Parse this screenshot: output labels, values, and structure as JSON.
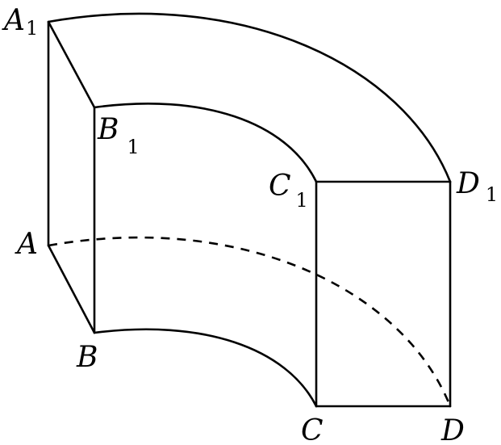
{
  "figure": {
    "labels": {
      "A1": {
        "letter": "A",
        "sub": "1"
      },
      "B1": {
        "letter": "B",
        "sub": "1"
      },
      "C1": {
        "letter": "C",
        "sub": "1"
      },
      "D1": {
        "letter": "D",
        "sub": "1"
      },
      "A": {
        "letter": "A"
      },
      "B": {
        "letter": "B"
      },
      "C": {
        "letter": "C"
      },
      "D": {
        "letter": "D"
      }
    }
  }
}
